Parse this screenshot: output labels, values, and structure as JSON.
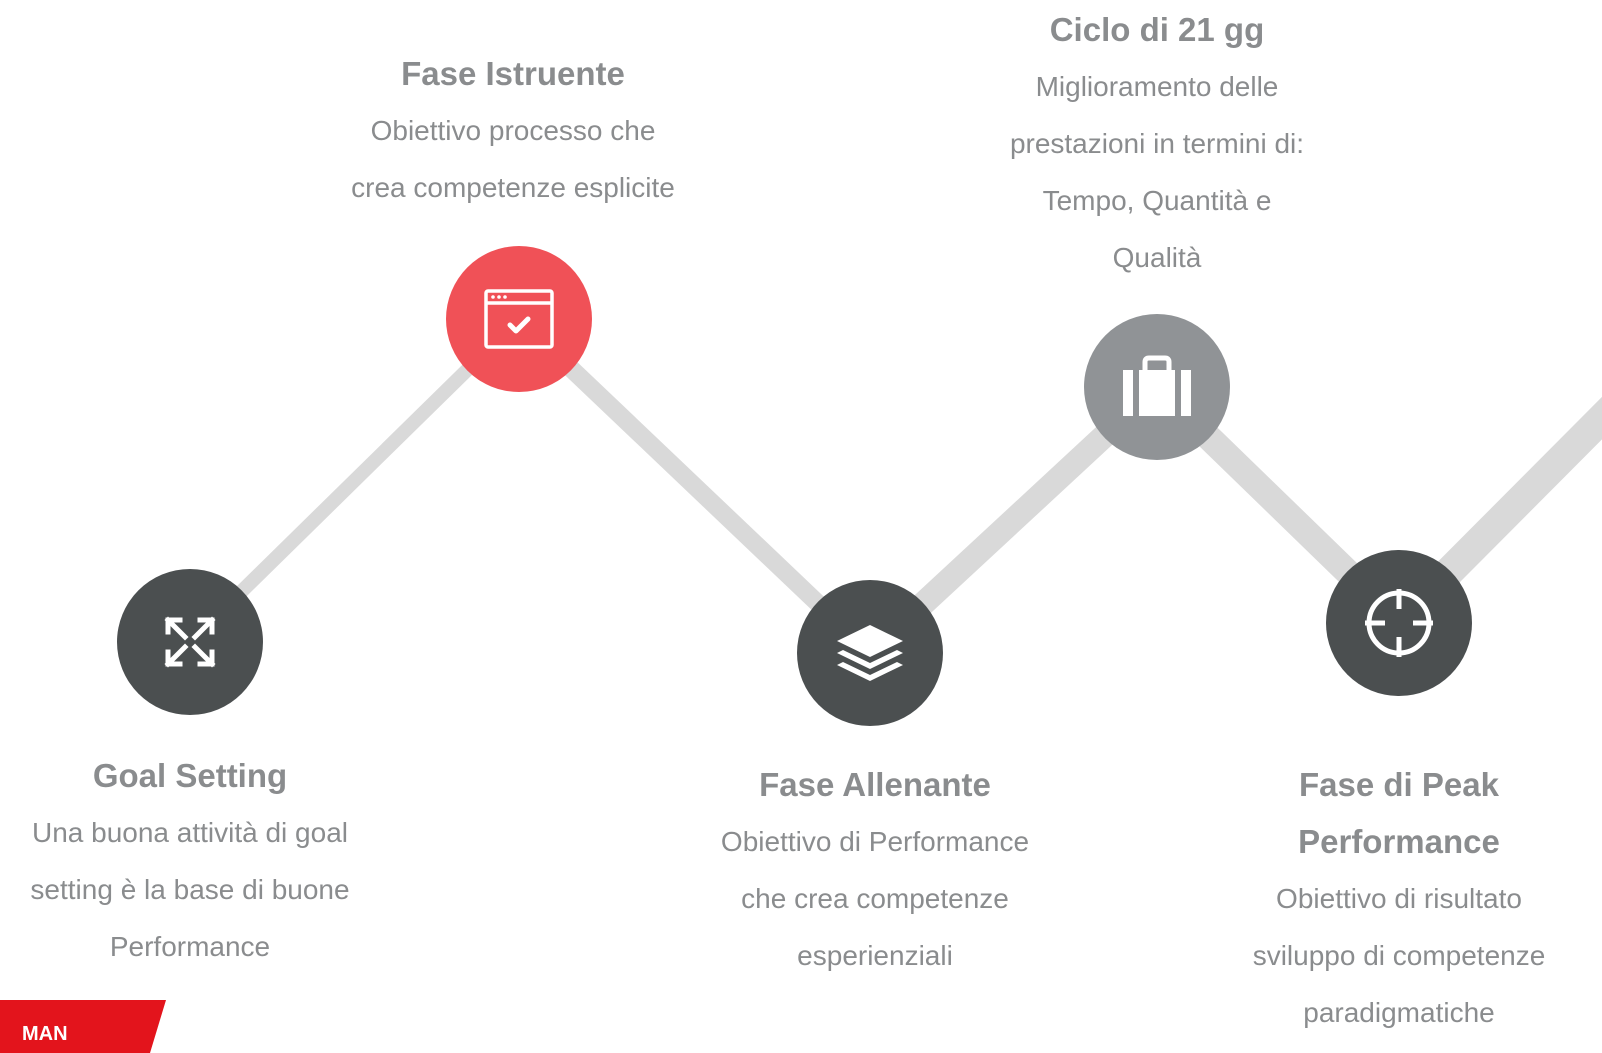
{
  "colors": {
    "accent": "#f05157",
    "dark_node": "#4b4f50",
    "grey_node": "#909396",
    "line": "#d9d9d9",
    "text": "#8a8c8e"
  },
  "steps": [
    {
      "title": "Goal Setting",
      "desc_lines": [
        "Una buona attività di goal",
        "setting è la base di buone",
        "Performance"
      ],
      "icon": "expand-arrows-icon"
    },
    {
      "title": "Fase Istruente",
      "desc_lines": [
        "Obiettivo processo che",
        "crea competenze esplicite"
      ],
      "icon": "browser-check-icon"
    },
    {
      "title": "Fase Allenante",
      "desc_lines": [
        "Obiettivo di Performance",
        "che crea competenze",
        "esperienziali"
      ],
      "icon": "layers-icon"
    },
    {
      "title": "Ciclo di 21 gg",
      "desc_lines": [
        "Miglioramento delle",
        "prestazioni in termini di:",
        "Tempo, Quantità e",
        "Qualità"
      ],
      "icon": "briefcase-icon"
    },
    {
      "title_lines": [
        "Fase di Peak",
        "Performance"
      ],
      "desc_lines": [
        "Obiettivo di risultato",
        "sviluppo di competenze",
        "paradigmatiche"
      ],
      "icon": "crosshair-icon"
    }
  ],
  "logo": {
    "text": "MAN",
    "icon": "brand-logo-icon"
  }
}
